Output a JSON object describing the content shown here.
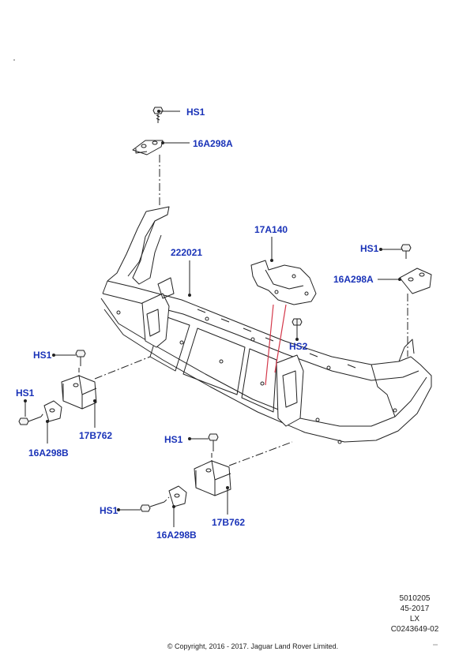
{
  "callouts": {
    "hs1_top": "HS1",
    "p16a298a_top": "16A298A",
    "p17a140": "17A140",
    "p222021": "222021",
    "hs1_right": "HS1",
    "p16a298a_right": "16A298A",
    "hs2": "HS2",
    "hs1_left_upper": "HS1",
    "hs1_left_lower": "HS1",
    "p16a298b_left": "16A298B",
    "p17b762_left": "17B762",
    "hs1_mid_upper": "HS1",
    "hs1_mid_lower": "HS1",
    "p16a298b_mid": "16A298B",
    "p17b762_mid": "17B762"
  },
  "illustration_codes": [
    "5010205",
    "45-2017",
    "LX",
    "C0243649-02"
  ],
  "copyright": "© Copyright, 2016 - 2017. Jaguar Land Rover Limited.",
  "colors": {
    "callout_text": "#1a33b8",
    "leader_line": "#d4384a",
    "line_art": "#222222"
  }
}
